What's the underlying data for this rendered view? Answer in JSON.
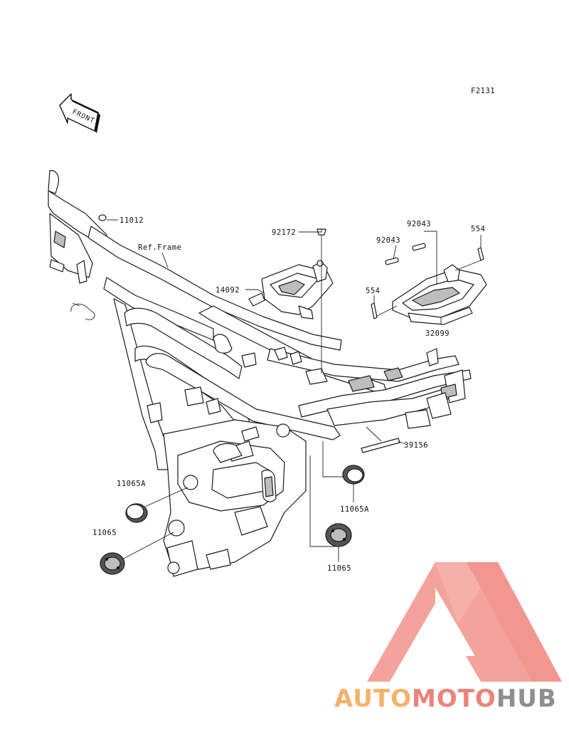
{
  "diagram": {
    "figure_code": "F2131",
    "front_tag": "FRONT",
    "ref_label": "Ref.Frame",
    "callouts": {
      "p11012": "11012",
      "p92172": "92172",
      "p92043a": "92043",
      "p92043b": "92043",
      "p554a": "554",
      "p554b": "554",
      "p14092": "14092",
      "p32099": "32099",
      "p39156": "39156",
      "p11065A_left": "11065A",
      "p11065_left": "11065",
      "p11065A_right": "11065A",
      "p11065_right": "11065"
    }
  },
  "watermark": {
    "part1": "AUTO",
    "part2": "MOTO",
    "part3": "HUB",
    "colors": {
      "logo": "#f08c84",
      "auto": "#f6b26b",
      "moto": "#e8847a",
      "hub": "#8f8f8f"
    }
  }
}
